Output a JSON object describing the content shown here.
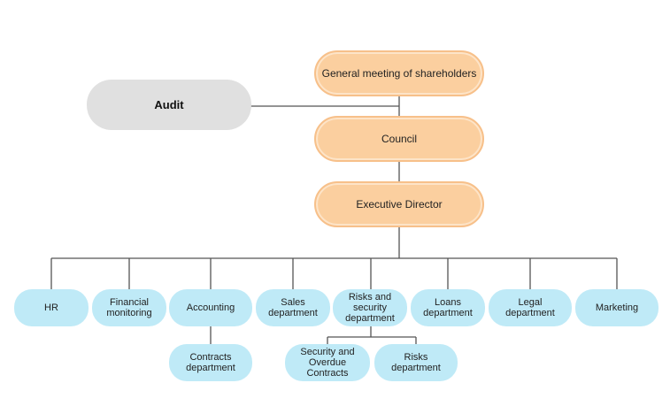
{
  "colors": {
    "top_fill": "#fbcf9f",
    "audit_fill": "#e0e0e0",
    "dept_fill": "#bfeaf7",
    "line": "#555555"
  },
  "top": {
    "shareholders": "General meeting of shareholders",
    "council": "Council",
    "executive": "Executive Director",
    "audit": "Audit"
  },
  "departments": {
    "hr": "HR",
    "financial_monitoring": "Financial monitoring",
    "accounting": "Accounting",
    "sales": "Sales department",
    "risks_security": "Risks and security department",
    "loans": "Loans department",
    "legal": "Legal department",
    "marketing": "Marketing"
  },
  "sub": {
    "contracts": "Contracts department",
    "security_overdue": "Security and Overdue Contracts",
    "risks": "Risks department"
  }
}
